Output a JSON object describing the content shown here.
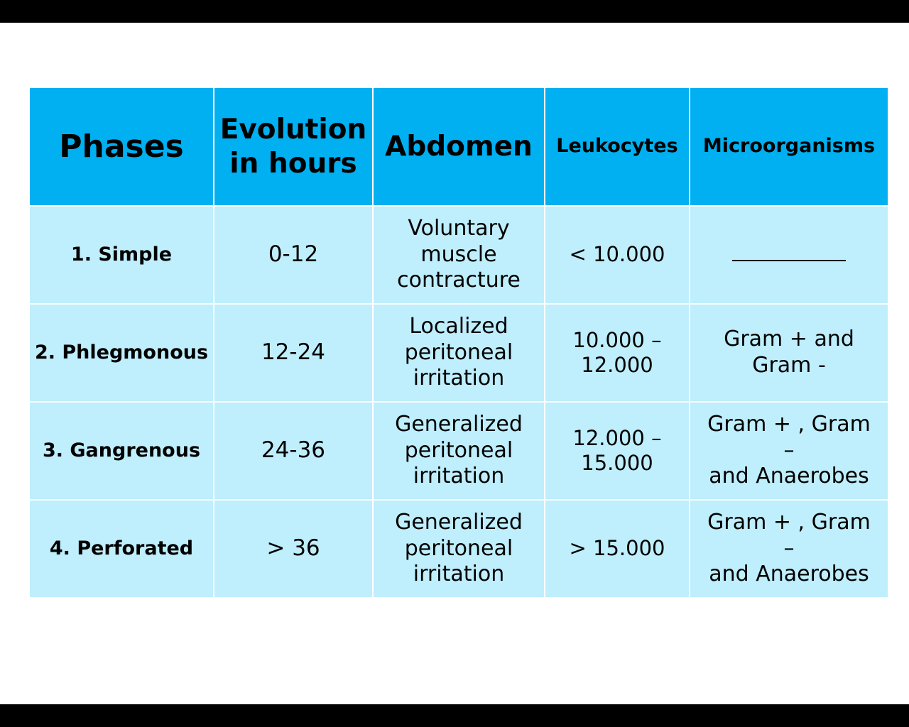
{
  "table": {
    "headers": {
      "phases": "Phases",
      "evolution": "Evolution\nin hours",
      "abdomen": "Abdomen",
      "leukocytes": "Leukocytes",
      "microorganisms": "Microorganisms"
    },
    "rows": [
      {
        "phase": "1. Simple",
        "evolution": "0-12",
        "abdomen": "Voluntary\nmuscle\ncontracture",
        "leukocytes": "< 10.000",
        "microorganisms": ""
      },
      {
        "phase": "2. Phlegmonous",
        "evolution": "12-24",
        "abdomen": "Localized\nperitoneal\nirritation",
        "leukocytes": "10.000 –\n12.000",
        "microorganisms": "Gram + and\nGram -"
      },
      {
        "phase": "3. Gangrenous",
        "evolution": "24-36",
        "abdomen": "Generalized\nperitoneal\nirritation",
        "leukocytes": "12.000 –\n15.000",
        "microorganisms": "Gram + , Gram\n–\nand Anaerobes"
      },
      {
        "phase": "4. Perforated",
        "evolution": "> 36",
        "abdomen": "Generalized\nperitoneal\nirritation",
        "leukocytes": "> 15.000",
        "microorganisms": "Gram + , Gram\n–\nand Anaerobes"
      }
    ]
  },
  "colors": {
    "header_bg": "#00b0f0",
    "cell_bg": "#bfeefc",
    "letterbox": "#000000"
  }
}
